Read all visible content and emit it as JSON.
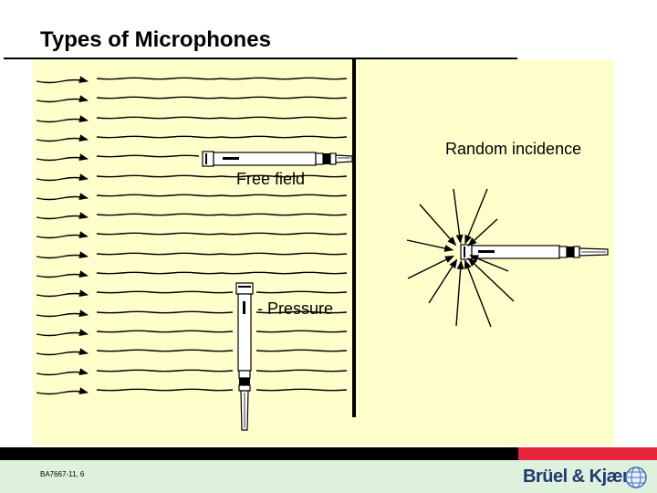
{
  "slide": {
    "title": "Types of Microphones",
    "footer_code": "BA7667-11, 6",
    "brand_logo": "Brüel & Kjær"
  },
  "diagram": {
    "labels": {
      "random_incidence": "Random incidence",
      "free_field": "Free field",
      "pressure": "- Pressure"
    },
    "colors": {
      "panel_background": "#ffffcc",
      "footer_bar": "#000000",
      "footer_accent": "#e8243b",
      "footer_band": "#ddf1dd",
      "brand_text": "#1f3a70",
      "wave_lines": "#000000",
      "microphone_body": "#ffffff"
    },
    "icons": [
      "plane-wave-arrows",
      "microphone-icon",
      "globe-logo-icon",
      "sound-wall"
    ]
  }
}
